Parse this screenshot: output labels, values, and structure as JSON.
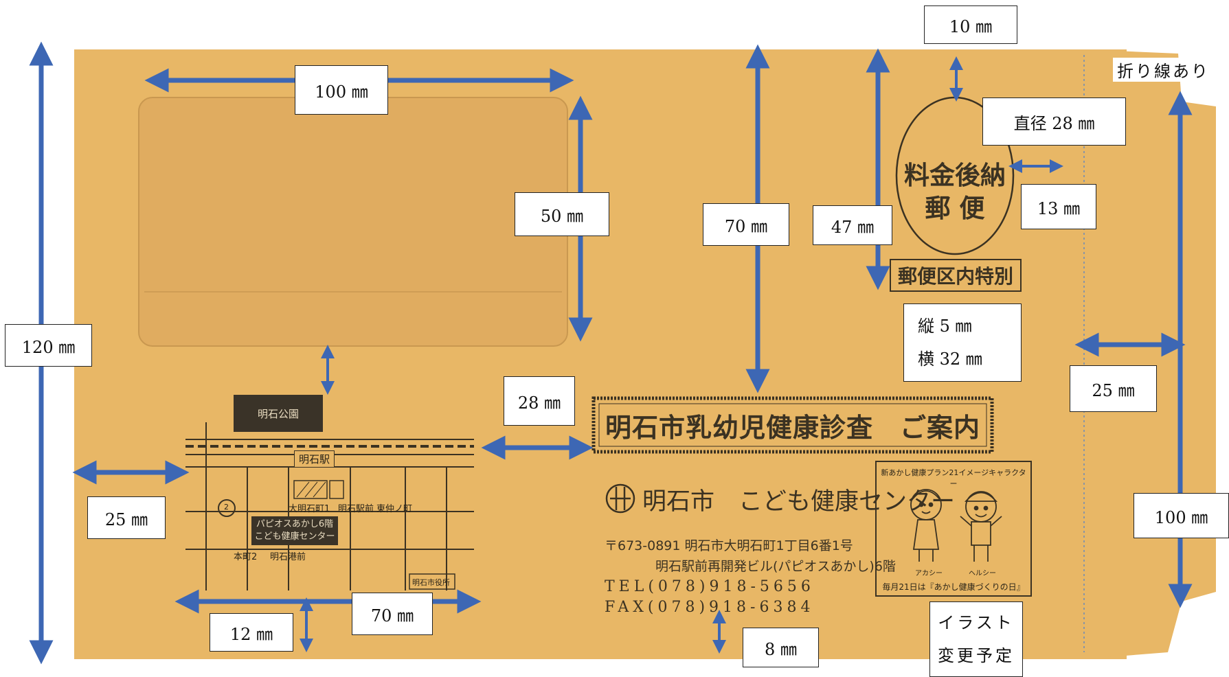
{
  "colors": {
    "envelope": "#e8b766",
    "arrow": "#3d67b4",
    "ink": "#3b3222",
    "window": "#e0ac60"
  },
  "dimensions": {
    "window_width": "100 ㎜",
    "window_height": "50 ㎜",
    "height_left": "120 ㎜",
    "top_to_title": "70 ㎜",
    "top_to_zone": "47 ㎜",
    "stamp_top": "10 ㎜",
    "stamp_diameter": "直径 28 ㎜",
    "stamp_right": "13 ㎜",
    "zone_size_h": "縦 5 ㎜",
    "zone_size_w": "横 32 ㎜",
    "title_left": "28 ㎜",
    "flap_width": "25 ㎜",
    "flap_height": "100 ㎜",
    "map_left": "25 ㎜",
    "map_width": "70 ㎜",
    "map_bottom": "12 ㎜",
    "text_bottom": "8 ㎜"
  },
  "notes": {
    "fold_line": "折り線あり",
    "illust_line1": "イラスト",
    "illust_line2": "変更予定"
  },
  "envelope": {
    "title": "明石市乳幼児健康診査　ご案内",
    "postal_line1": "料金後納",
    "postal_line2": "郵 便",
    "postal_zone": "郵便区内特別",
    "org_city": "明石市",
    "org_center": "こども健康センター",
    "address_line1": "〒673-0891 明石市大明石町1丁目6番1号",
    "address_line2": "明石駅前再開発ビル(パピオスあかし)6階",
    "tel": "TEL(078)918-5656",
    "fax": "FAX(078)918-6384"
  },
  "map": {
    "park": "明石公園",
    "station": "明石駅",
    "route_number": "2",
    "stop_oakashi": "大明石町1",
    "stop_ekimae": "明石駅前",
    "stop_higashi": "東仲ノ町",
    "building_line1": "パピオスあかし6階",
    "building_line2": "こども健康センター",
    "stop_honmachi": "本町2",
    "stop_port": "明石港前",
    "city_hall": "明石市役所"
  },
  "character_box": {
    "header": "新あかし健康プラン21イメージキャラクター",
    "name_left": "アカシー",
    "name_right": "ヘルシー",
    "footer": "毎月21日は『あかし健康づくりの日』"
  }
}
